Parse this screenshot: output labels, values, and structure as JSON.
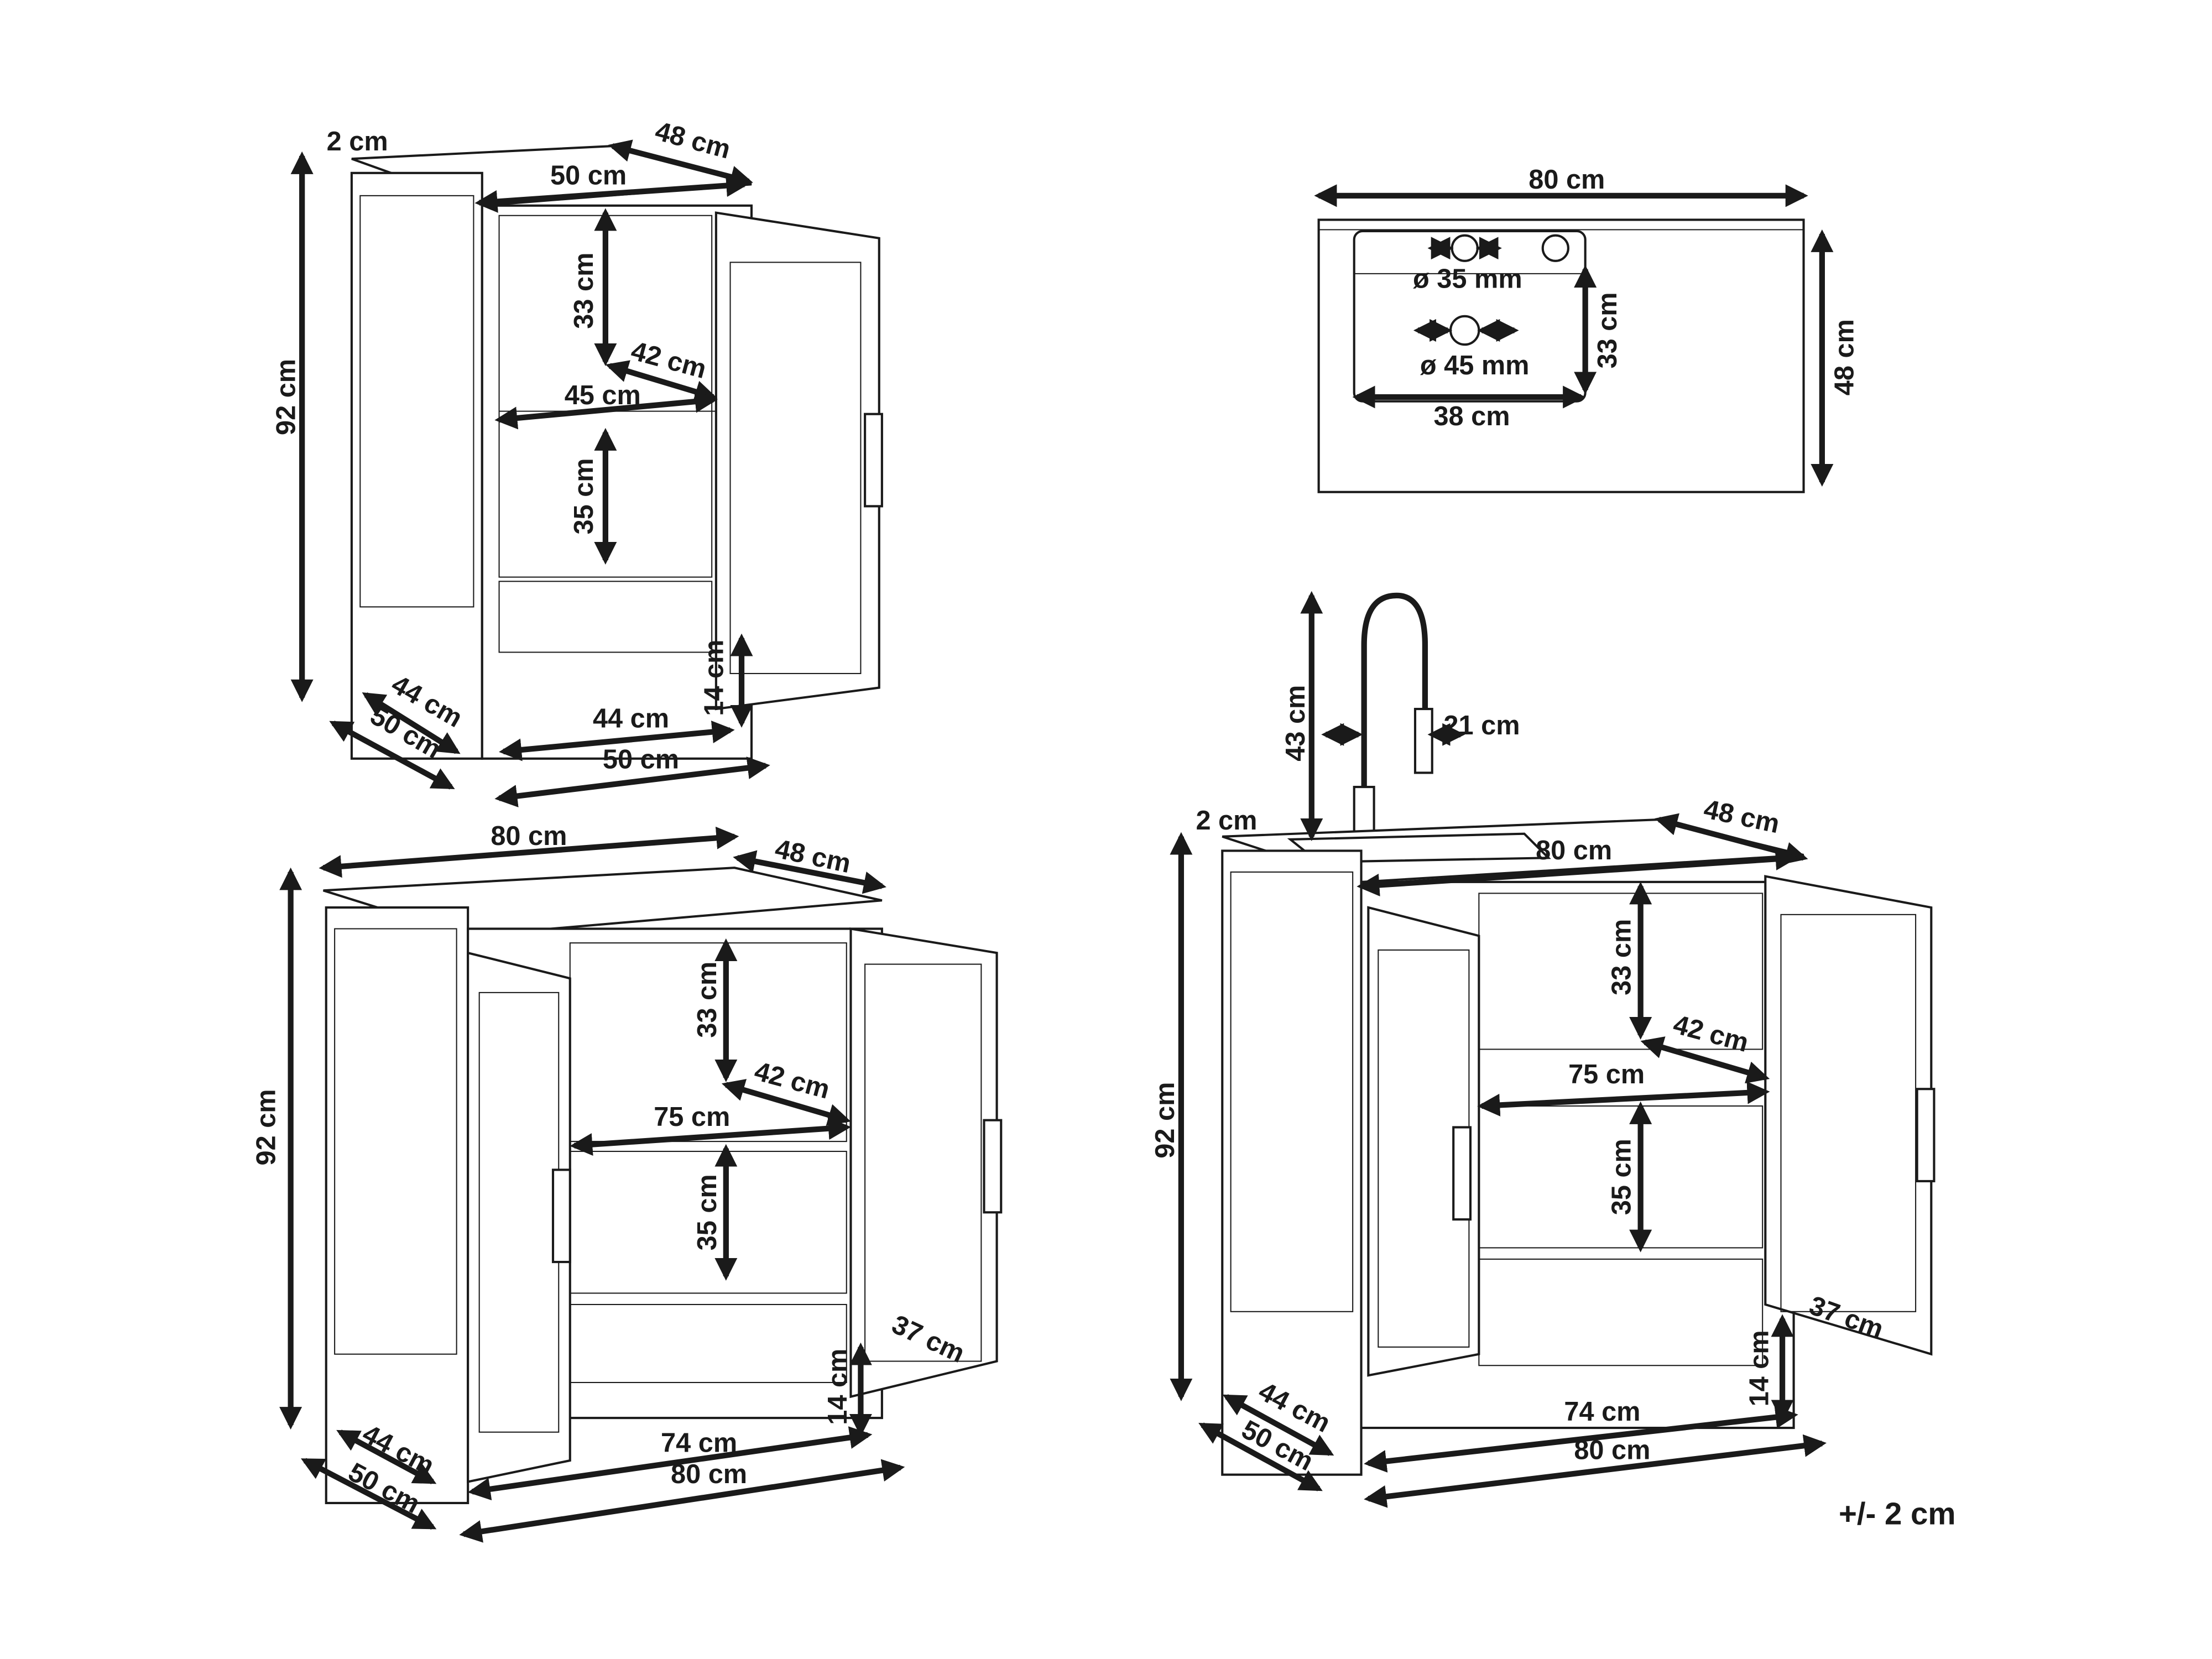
{
  "cabinet_small": {
    "top_lip": "2 cm",
    "top_depth": "48 cm",
    "top_width": "50 cm",
    "height": "92 cm",
    "upper_shelf_height": "33 cm",
    "shelf_depth": "42 cm",
    "shelf_width": "45 cm",
    "lower_shelf_height": "35 cm",
    "leg_height": "14 cm",
    "inner_width": "44 cm",
    "outer_width": "50 cm",
    "inner_depth": "44 cm",
    "outer_depth": "50 cm"
  },
  "sink_top": {
    "width": "80 cm",
    "hole_small": "ø 35 mm",
    "hole_large": "ø 45 mm",
    "basin_depth": "33 cm",
    "basin_width": "38 cm",
    "depth": "48 cm"
  },
  "cabinet_double": {
    "top_width": "80 cm",
    "top_depth": "48 cm",
    "height": "92 cm",
    "upper_shelf_height": "33 cm",
    "shelf_depth": "42 cm",
    "shelf_width": "75 cm",
    "lower_shelf_height": "35 cm",
    "door_width": "37 cm",
    "leg_height": "14 cm",
    "inner_width": "74 cm",
    "outer_width": "80 cm",
    "inner_depth": "44 cm",
    "outer_depth": "50 cm"
  },
  "sink_cabinet": {
    "faucet_height": "43 cm",
    "faucet_reach": "21 cm",
    "top_lip": "2 cm",
    "top_depth": "48 cm",
    "top_width": "80 cm",
    "height": "92 cm",
    "upper_shelf_height": "33 cm",
    "shelf_depth": "42 cm",
    "shelf_width": "75 cm",
    "lower_shelf_height": "35 cm",
    "door_width": "37 cm",
    "leg_height": "14 cm",
    "inner_width": "74 cm",
    "outer_width": "80 cm",
    "inner_depth": "44 cm",
    "outer_depth": "50 cm"
  },
  "tolerance": "+/- 2 cm"
}
